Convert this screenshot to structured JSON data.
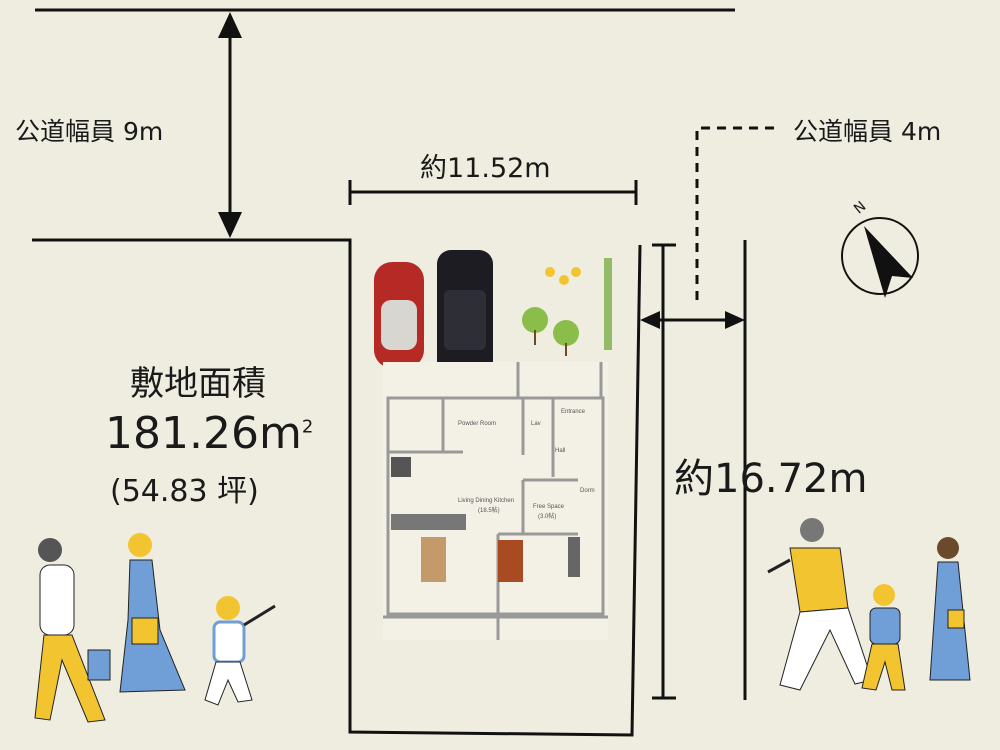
{
  "road_top": {
    "label": "公道幅員 9m"
  },
  "road_right": {
    "label": "公道幅員 4m"
  },
  "width_dim": {
    "label": "約11.52m"
  },
  "depth_dim": {
    "label": "約16.72m"
  },
  "site_area": {
    "title": "敷地面積",
    "value": "181.26m",
    "sup": "2",
    "tsubo": "(54.83 坪)"
  },
  "compass": {
    "label": "N"
  },
  "floor_plan": {
    "rooms": [
      "Powder Room",
      "Lav",
      "Entrance",
      "Hall",
      "Dorm",
      "Living Dining Kitchen",
      "(18.5帖)",
      "Free Space",
      "(3.0帖)"
    ]
  },
  "colors": {
    "background": "#efede0",
    "line": "#111111",
    "yellow": "#f2c530",
    "blue": "#6f9fd6"
  }
}
